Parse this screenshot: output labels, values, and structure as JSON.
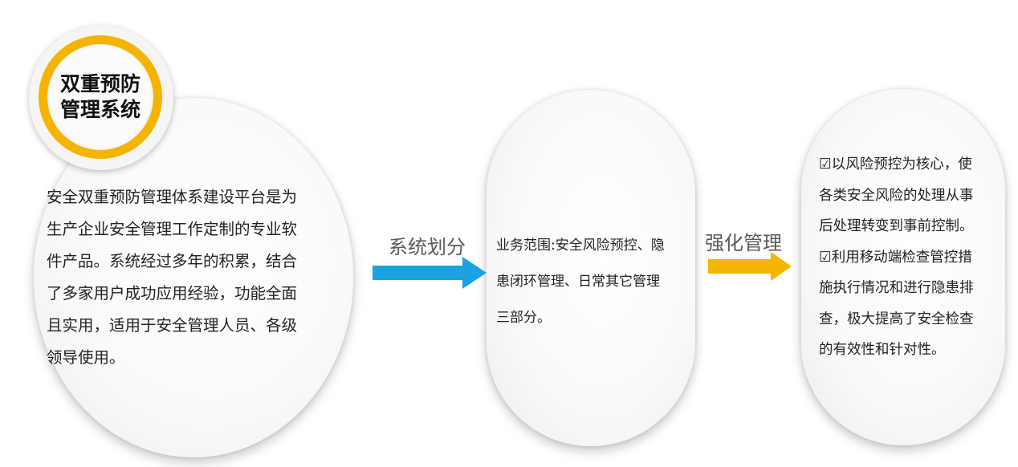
{
  "badge": {
    "title_lines": [
      "双重预防",
      "管理系统"
    ],
    "ring_color": "#f4b400"
  },
  "intro": {
    "lines": [
      "安全双重预防管理体系建设平台是为",
      "生产企业安全管理工作定制的专业软",
      "件产品。系统经过多年的积累，结合",
      "了多家用户成功应用经验，功能全面",
      "且实用，适用于安全管理人员、各级",
      "领导使用。"
    ]
  },
  "arrows": [
    {
      "label": "系统划分",
      "color": "#1aa3e0"
    },
    {
      "label": "强化管理",
      "color": "#f4b400"
    }
  ],
  "scope": {
    "lines": [
      "业务范围:安全风险预控、隐",
      "患闭环管理、日常其它管理",
      "三部分。"
    ]
  },
  "features": {
    "lines": [
      "☑以风险预控为核心，使",
      "各类安全风险的处理从事",
      "后处理转变到事前控制。",
      "☑利用移动端检查管控措",
      "施执行情况和进行隐患排",
      "查，极大提高了安全检查",
      "的有效性和针对性。"
    ]
  }
}
